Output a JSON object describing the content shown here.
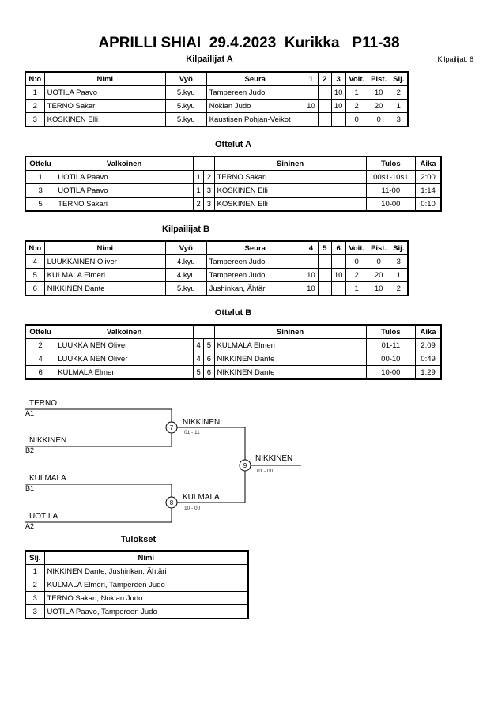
{
  "title": "APRILLI SHIAI  29.4.2023  Kurikka   P11-38",
  "competitor_count": "Kilpailijat: 6",
  "pool_a": {
    "heading": "Kilpailijat A",
    "headers": [
      "N:o",
      "Nimi",
      "Vyö",
      "Seura",
      "1",
      "2",
      "3",
      "Voit.",
      "Pist.",
      "Sij."
    ],
    "rows": [
      [
        "1",
        "UOTILA Paavo",
        "5.kyu",
        "Tampereen Judo",
        "",
        "",
        "10",
        "1",
        "10",
        "2"
      ],
      [
        "2",
        "TERNO Sakari",
        "5.kyu",
        "Nokian Judo",
        "10",
        "",
        "10",
        "2",
        "20",
        "1"
      ],
      [
        "3",
        "KOSKINEN Elli",
        "5.kyu",
        "Kaustisen Pohjan-Veikot",
        "",
        "",
        "",
        "0",
        "0",
        "3"
      ]
    ]
  },
  "matches_a": {
    "heading": "Ottelut A",
    "headers": [
      "Ottelu",
      "Valkoinen",
      "",
      "",
      "Sininen",
      "Tulos",
      "Aika"
    ],
    "rows": [
      [
        "1",
        "UOTILA Paavo",
        "1",
        "2",
        "TERNO Sakari",
        "00s1-10s1",
        "2:00"
      ],
      [
        "3",
        "UOTILA Paavo",
        "1",
        "3",
        "KOSKINEN Elli",
        "11-00",
        "1:14"
      ],
      [
        "5",
        "TERNO Sakari",
        "2",
        "3",
        "KOSKINEN Elli",
        "10-00",
        "0:10"
      ]
    ]
  },
  "pool_b": {
    "heading": "Kilpailijat B",
    "headers": [
      "N:o",
      "Nimi",
      "Vyö",
      "Seura",
      "4",
      "5",
      "6",
      "Voit.",
      "Pist.",
      "Sij."
    ],
    "rows": [
      [
        "4",
        "LUUKKAINEN Oliver",
        "4.kyu",
        "Tampereen Judo",
        "",
        "",
        "",
        "0",
        "0",
        "3"
      ],
      [
        "5",
        "KULMALA Elmeri",
        "4.kyu",
        "Tampereen Judo",
        "10",
        "",
        "10",
        "2",
        "20",
        "1"
      ],
      [
        "6",
        "NIKKINEN Dante",
        "5.kyu",
        "Jushinkan, Ähtäri",
        "10",
        "",
        "",
        "1",
        "10",
        "2"
      ]
    ]
  },
  "matches_b": {
    "heading": "Ottelut B",
    "headers": [
      "Ottelu",
      "Valkoinen",
      "",
      "",
      "Sininen",
      "Tulos",
      "Aika"
    ],
    "rows": [
      [
        "2",
        "LUUKKAINEN Oliver",
        "4",
        "5",
        "KULMALA Elmeri",
        "01-11",
        "2:09"
      ],
      [
        "4",
        "LUUKKAINEN Oliver",
        "4",
        "6",
        "NIKKINEN Dante",
        "00-10",
        "0:49"
      ],
      [
        "6",
        "KULMALA Elmeri",
        "5",
        "6",
        "NIKKINEN Dante",
        "10-00",
        "1:29"
      ]
    ]
  },
  "bracket": {
    "semi1": {
      "top_name": "TERNO",
      "top_seed": "A1",
      "bottom_name": "NIKKINEN",
      "bottom_seed": "B2",
      "match_no": "7",
      "winner": "NIKKINEN",
      "score": "01 - 11"
    },
    "semi2": {
      "top_name": "KULMALA",
      "top_seed": "B1",
      "bottom_name": "UOTILA",
      "bottom_seed": "A2",
      "match_no": "8",
      "winner": "KULMALA",
      "score": "10 - 00"
    },
    "final": {
      "match_no": "9",
      "winner": "NIKKINEN",
      "score": "01 - 00"
    }
  },
  "results": {
    "heading": "Tulokset",
    "headers": [
      "Sij.",
      "Nimi"
    ],
    "rows": [
      [
        "1",
        "NIKKINEN Dante, Jushinkan, Ähtäri"
      ],
      [
        "2",
        "KULMALA Elmeri, Tampereen Judo"
      ],
      [
        "3",
        "TERNO Sakari, Nokian Judo"
      ],
      [
        "3",
        "UOTILA Paavo, Tampereen Judo"
      ]
    ]
  }
}
